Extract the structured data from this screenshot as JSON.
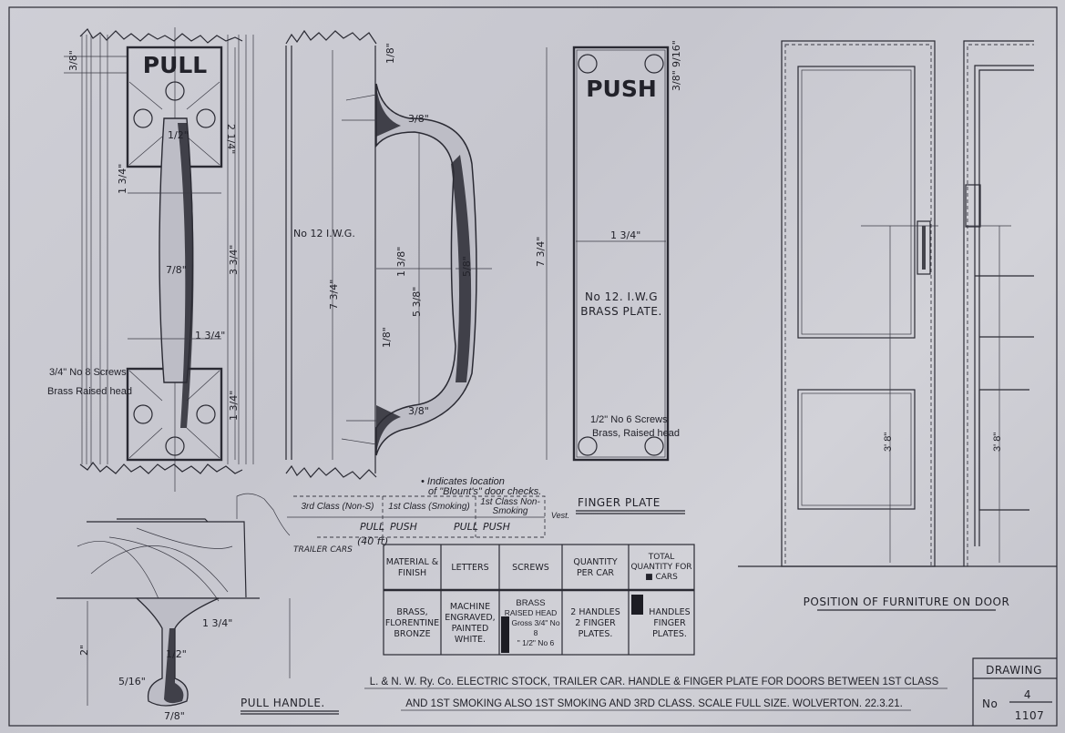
{
  "pull_view": {
    "plate_text": "PULL",
    "dims": {
      "top_margin": "3/8\"",
      "half": "1/2\"",
      "width_upper": "1 3/4\"",
      "grip": "7/8\"",
      "plate_height": "2 1/4\"",
      "centres": "3 3/4\"",
      "width_lower": "1 3/4\"",
      "lower_plate": "1 3/4\""
    },
    "screw_note_1": "3/4\" No 8 Screws",
    "screw_note_2": "Brass Raised head"
  },
  "side_view": {
    "gauge": "No 12 I.W.G.",
    "dims": {
      "plate_thk_top": "1/8\"",
      "overall": "7 3/4\"",
      "projection": "1 3/8\"",
      "grip_thk": "5/8\"",
      "inner": "5 3/8\"",
      "plate_thk_bottom": "1/8\"",
      "neck_top": "3/8\"",
      "neck_bottom": "3/8\""
    }
  },
  "push_plate": {
    "plate_text": "PUSH",
    "dims": {
      "height": "7 3/4\"",
      "width": "1 3/4\"",
      "top_1": "9/16\"",
      "top_2": "3/8\""
    },
    "note_1": "No 12. I.W.G",
    "note_2": "BRASS PLATE.",
    "screw_note_1": "1/2\" No 6 Screws",
    "screw_note_2": "Brass, Raised head"
  },
  "finger_plate_diagram": {
    "note_1": "• Indicates location",
    "note_2": "of \"Blount's\" door checks.",
    "compartments": [
      "3rd Class (Non-S)",
      "1st Class (Smoking)",
      "1st Class Non-Smoking",
      "Vest."
    ],
    "labels": [
      "PULL",
      "PUSH",
      "PULL",
      "PUSH"
    ],
    "trailer": "TRAILER CARS",
    "trailer_ref": "(40 ft)",
    "title": "FINGER PLATE"
  },
  "table": {
    "headers": [
      "MATERIAL & FINISH",
      "LETTERS",
      "SCREWS",
      "QUANTITY PER CAR",
      "TOTAL QUANTITY FOR ■ CARS"
    ],
    "row": [
      [
        "BRASS,",
        "FLORENTINE",
        "BRONZE"
      ],
      [
        "MACHINE",
        "ENGRAVED,",
        "PAINTED",
        "WHITE."
      ],
      [
        "BRASS",
        "RAISED HEAD",
        "Gross 3/4\" No 8",
        "\" 1/2\" No 6"
      ],
      [
        "2 HANDLES",
        "2 FINGER",
        "PLATES."
      ],
      [
        "HANDLES",
        "FINGER",
        "PLATES."
      ]
    ]
  },
  "pull_handle_view": {
    "title": "PULL HANDLE.",
    "dims": {
      "height": "2\"",
      "base": "1 3/4\"",
      "neck": "1/2\"",
      "knob": "5/16\"",
      "knob_w": "7/8\""
    }
  },
  "door_view": {
    "title": "POSITION OF FURNITURE ON DOOR",
    "height_1": "3' 8\"",
    "height_2": "3' 8\""
  },
  "title_block": {
    "line_1": "L. & N. W. Ry. Co.  ELECTRIC STOCK, TRAILER CAR. HANDLE & FINGER PLATE FOR DOORS BETWEEN 1ST CLASS",
    "line_2": "AND 1ST SMOKING ALSO 1ST SMOKING AND 3RD CLASS. SCALE FULL SIZE. WOLVERTON. 22.3.21."
  },
  "drawing_number": {
    "label": "DRAWING",
    "prefix": "No",
    "numerator": "4",
    "denominator": "1107"
  },
  "colors": {
    "paper": "#cbcbd2",
    "ink": "#2a2a33"
  }
}
